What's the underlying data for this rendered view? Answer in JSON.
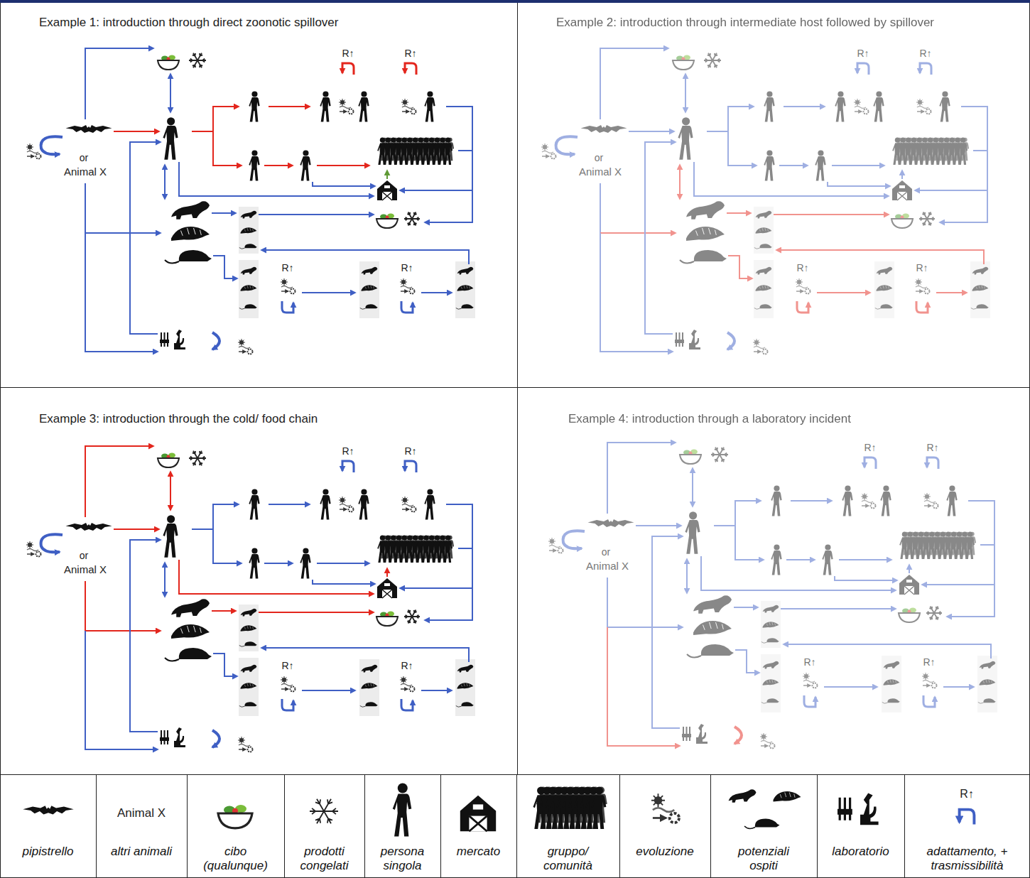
{
  "diagram": {
    "nodes": [
      {
        "text": [
          "Example 1: introduction through direct zoonotic spillover"
        ]
      },
      {
        "text": [
          "Example 2: introduction through intermediate host followed by spillover"
        ]
      },
      {
        "text": [
          "Example 3: introduction through the cold/ food chain"
        ]
      },
      {
        "text": [
          "Example 4: introduction through a laboratory incident"
        ]
      }
    ],
    "labels": [
      "R↑",
      "R↑",
      "or",
      "Animal X",
      "R↑",
      "R↑",
      "R↑",
      "R↑",
      "or",
      "Animal X",
      "R↑",
      "R↑",
      "R↑",
      "R↑",
      "or",
      "Animal X",
      "R↑",
      "R↑",
      "R↑",
      "R↑",
      "or",
      "Animal X",
      "R↑",
      "R↑",
      "Animal X",
      "R↑"
    ],
    "legend": [
      {
        "text": "pipistrello"
      },
      {
        "text": "altri animali"
      },
      {
        "text": "cibo (qualunque)"
      },
      {
        "text": "prodotti congelati"
      },
      {
        "text": "persona singola"
      },
      {
        "text": "mercato"
      },
      {
        "text": "gruppo/ comunità"
      },
      {
        "text": "evoluzione"
      },
      {
        "text": "potenziali ospiti"
      },
      {
        "text": "laboratorio"
      },
      {
        "text": "adattamento, + trasmissibilità"
      }
    ]
  }
}
